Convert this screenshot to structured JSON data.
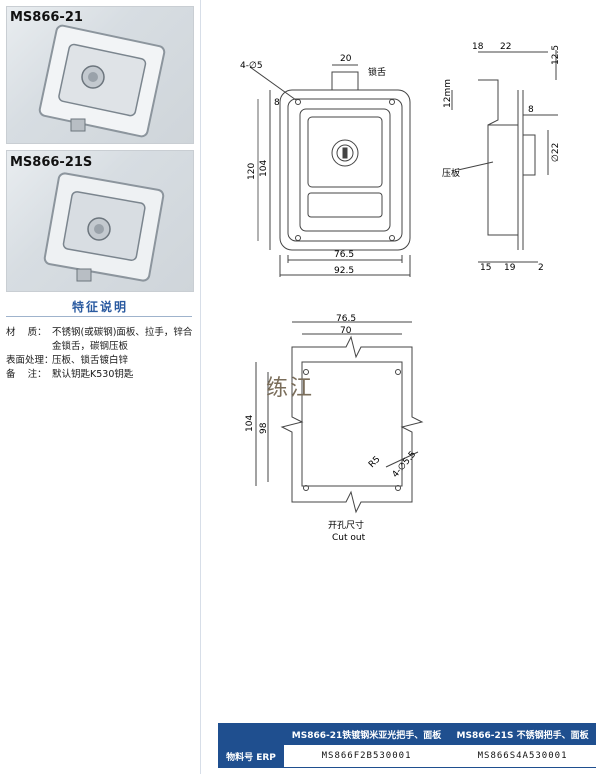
{
  "products": [
    {
      "model": "MS866-21"
    },
    {
      "model": "MS866-21S"
    }
  ],
  "features": {
    "title": "特征说明",
    "rows": [
      {
        "key": "材    质：",
        "value": "不锈钢(或碳钢)面板、拉手，锌合金锁舌，碳钢压板"
      },
      {
        "key": "表面处理：",
        "value": "压板、锁舌镀白锌"
      },
      {
        "key": "备    注：",
        "value": "默认钥匙K530钥匙"
      }
    ]
  },
  "drawing_front": {
    "hole_spec": "4-∅5",
    "dim_20": "20",
    "label_tongue": "锁舌",
    "dim_8": "8",
    "dim_120": "120",
    "dim_104": "104",
    "dim_76_5": "76.5",
    "dim_92_5": "92.5"
  },
  "drawing_side": {
    "dim_18": "18",
    "dim_22_top": "22",
    "dim_12_5": "12.5",
    "dim_12mm": "12mm",
    "dim_8": "8",
    "dim_d22": "∅22",
    "label_plate": "压板",
    "dim_15": "15",
    "dim_19": "19",
    "dim_2": "2"
  },
  "drawing_cutout": {
    "dim_76_5": "76.5",
    "dim_70": "70",
    "dim_104": "104",
    "dim_98": "98",
    "dim_r5": "R5",
    "hole_spec": "4-∅5.5",
    "caption_cn": "开孔尺寸",
    "caption_en": "Cut out"
  },
  "watermark": "练江",
  "erp_table": {
    "headers": [
      "MS866-21铁镀钢米亚光把手、面板",
      "MS866-21S 不锈钢把手、面板"
    ],
    "row_label": "物料号 ERP",
    "codes": [
      "MS866F2B530001",
      "MS866S4A530001"
    ]
  }
}
